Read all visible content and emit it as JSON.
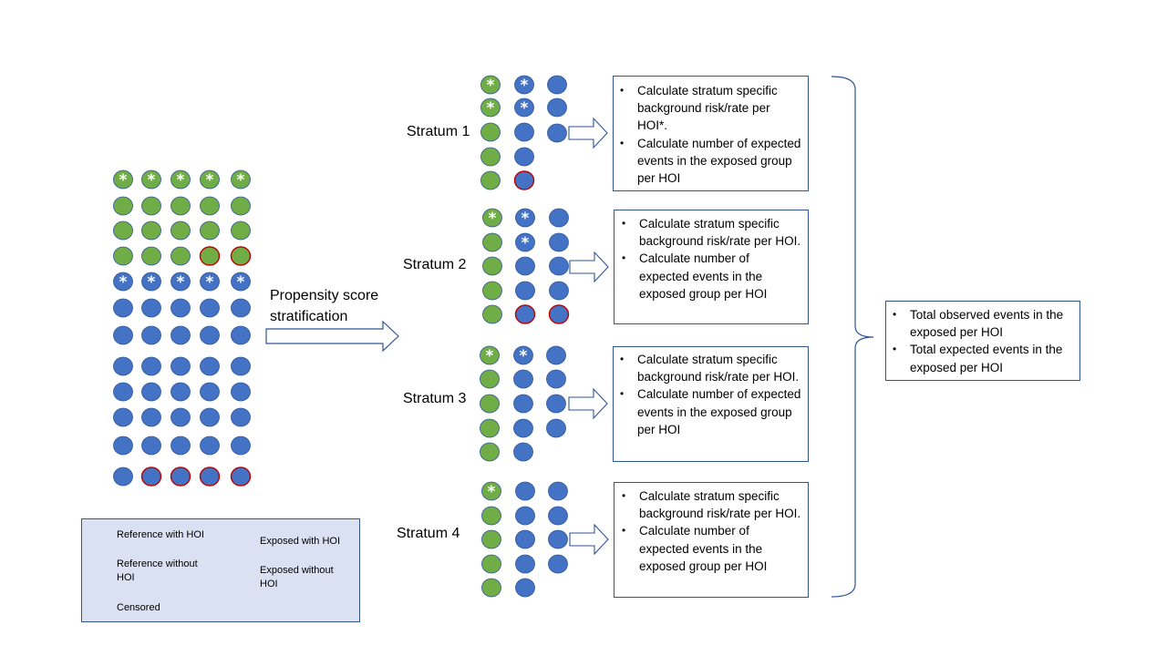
{
  "colors": {
    "reference": "#4472c4",
    "exposed": "#70ad47",
    "censored_ring": "#c00000",
    "outline": "#2f5597",
    "legend_bg": "#d9e1f2"
  },
  "propensity_label": [
    "Propensity score",
    "stratification"
  ],
  "population_rows": [
    [
      "eh",
      "eh",
      "eh",
      "eh",
      "eh"
    ],
    [
      "e",
      "e",
      "e",
      "e",
      "e"
    ],
    [
      "e",
      "e",
      "e",
      "e",
      "e"
    ],
    [
      "e",
      "e",
      "e",
      "ec",
      "ec"
    ],
    [
      "rh",
      "rh",
      "rh",
      "rh",
      "rh"
    ],
    [
      "r",
      "r",
      "r",
      "r",
      "r"
    ],
    [
      "r",
      "r",
      "r",
      "r",
      "r"
    ],
    [
      "r",
      "r",
      "r",
      "r",
      "r"
    ],
    [
      "r",
      "r",
      "r",
      "r",
      "r"
    ],
    [
      "r",
      "r",
      "r",
      "r",
      "r"
    ],
    [
      "r",
      "r",
      "r",
      "r",
      "r"
    ],
    [
      "r",
      "rc",
      "rc",
      "rc",
      "rc"
    ]
  ],
  "strata": [
    {
      "label": "Stratum 1",
      "columns": [
        [
          "eh",
          "eh",
          "e",
          "e",
          "e"
        ],
        [
          "rh",
          "rh",
          "r",
          "r",
          "rc"
        ],
        [
          "r",
          "r",
          "r"
        ]
      ],
      "bullets": [
        "Calculate stratum specific background risk/rate per HOI*.",
        "Calculate number of expected events in the exposed group per HOI"
      ]
    },
    {
      "label": "Stratum 2",
      "columns": [
        [
          "eh",
          "e",
          "e",
          "e",
          "e"
        ],
        [
          "rh",
          "rh",
          "r",
          "r",
          "rc"
        ],
        [
          "r",
          "r",
          "r",
          "r",
          "rc"
        ]
      ],
      "bullets": [
        "Calculate stratum specific background risk/rate per HOI.",
        "Calculate number of expected events in the exposed group per HOI"
      ]
    },
    {
      "label": "Stratum 3",
      "columns": [
        [
          "eh",
          "e",
          "e",
          "e",
          "e"
        ],
        [
          "rh",
          "r",
          "r",
          "r",
          "r"
        ],
        [
          "r",
          "r",
          "r",
          "r"
        ]
      ],
      "bullets": [
        "Calculate stratum specific background risk/rate per HOI.",
        "Calculate number of expected events in the exposed group per HOI"
      ]
    },
    {
      "label": "Stratum 4",
      "columns": [
        [
          "eh",
          "e",
          "e",
          "e",
          "e"
        ],
        [
          "r",
          "r",
          "r",
          "r",
          "r"
        ],
        [
          "r",
          "r",
          "r",
          "r"
        ]
      ],
      "bullets": [
        "Calculate stratum specific background risk/rate per HOI.",
        "Calculate number of expected events in the exposed group per HOI"
      ]
    }
  ],
  "totals": [
    "Total observed events in the exposed per HOI",
    "Total expected events in the exposed per HOI"
  ],
  "legend": {
    "reference_with_hoi": "Reference  with HOI",
    "exposed_with_hoi": "Exposed with HOI",
    "reference_without_hoi": [
      "Reference  without",
      "HOI"
    ],
    "exposed_without_hoi": [
      "Exposed without",
      "HOI"
    ],
    "censored": "Censored"
  }
}
